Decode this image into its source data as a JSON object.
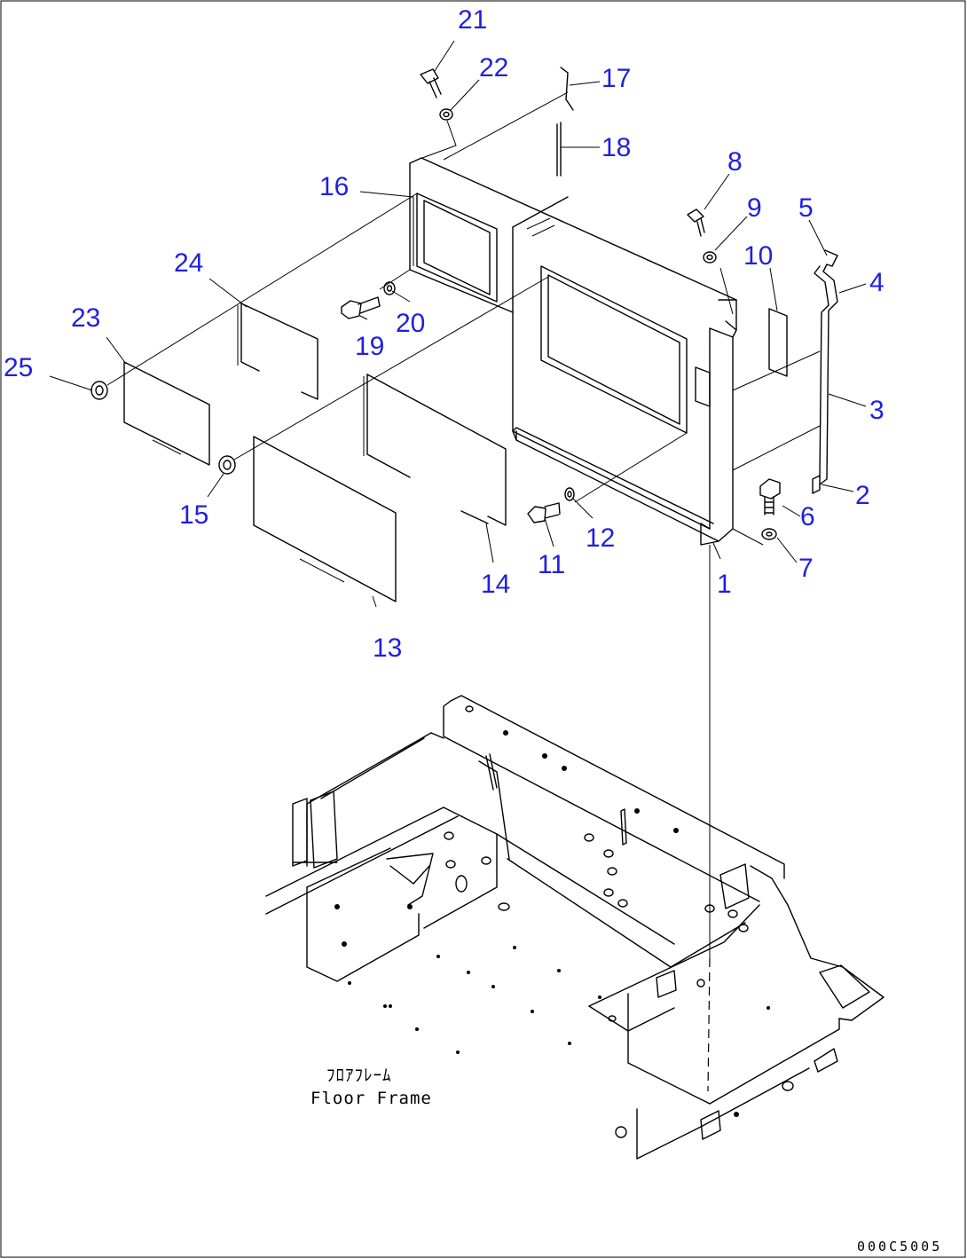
{
  "callouts": {
    "c1": "1",
    "c2": "2",
    "c3": "3",
    "c4": "4",
    "c5": "5",
    "c6": "6",
    "c7": "7",
    "c8": "8",
    "c9": "9",
    "c10": "10",
    "c11": "11",
    "c12": "12",
    "c13": "13",
    "c14": "14",
    "c15": "15",
    "c16": "16",
    "c17": "17",
    "c18": "18",
    "c19": "19",
    "c20": "20",
    "c21": "21",
    "c22": "22",
    "c23": "23",
    "c24": "24",
    "c25": "25"
  },
  "floor_frame": {
    "label_jp": "ﾌﾛｱﾌﾚｰﾑ",
    "label_en": "Floor Frame"
  },
  "drawing_code": "000C5005",
  "colors": {
    "callout": "#1f1fe0",
    "line": "#000000",
    "background": "#ffffff"
  }
}
